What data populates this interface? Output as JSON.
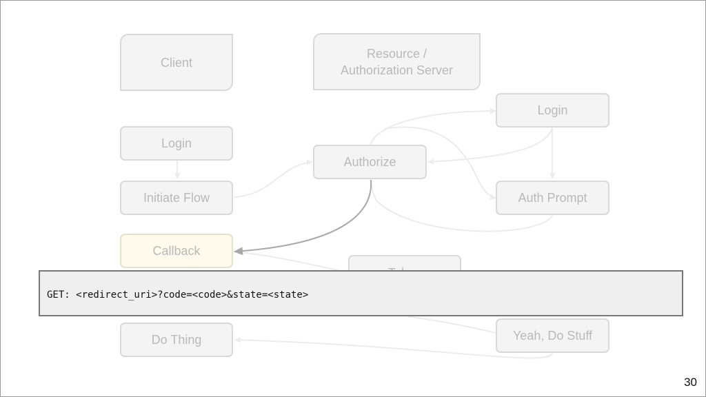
{
  "diagram": {
    "nodes": {
      "client": "Client",
      "resource_server": "Resource /\nAuthorization Server",
      "client_login": "Login",
      "initiate_flow": "Initiate Flow",
      "callback": "Callback",
      "do_thing": "Do Thing",
      "authorize": "Authorize",
      "token": "Token",
      "server_login": "Login",
      "auth_prompt": "Auth Prompt",
      "yeah_do_stuff": "Yeah, Do Stuff"
    }
  },
  "code_panel": {
    "text": "GET: <redirect_uri>?code=<code>&state=<state>"
  },
  "slide": {
    "page_number": "30"
  },
  "colors": {
    "faded_box": "#f4f4f4",
    "faded_border": "#d9d9d9",
    "faded_text": "#b9b9b9",
    "active_box": "#fffaeb",
    "highlight_arrow": "#a9a9a9"
  }
}
